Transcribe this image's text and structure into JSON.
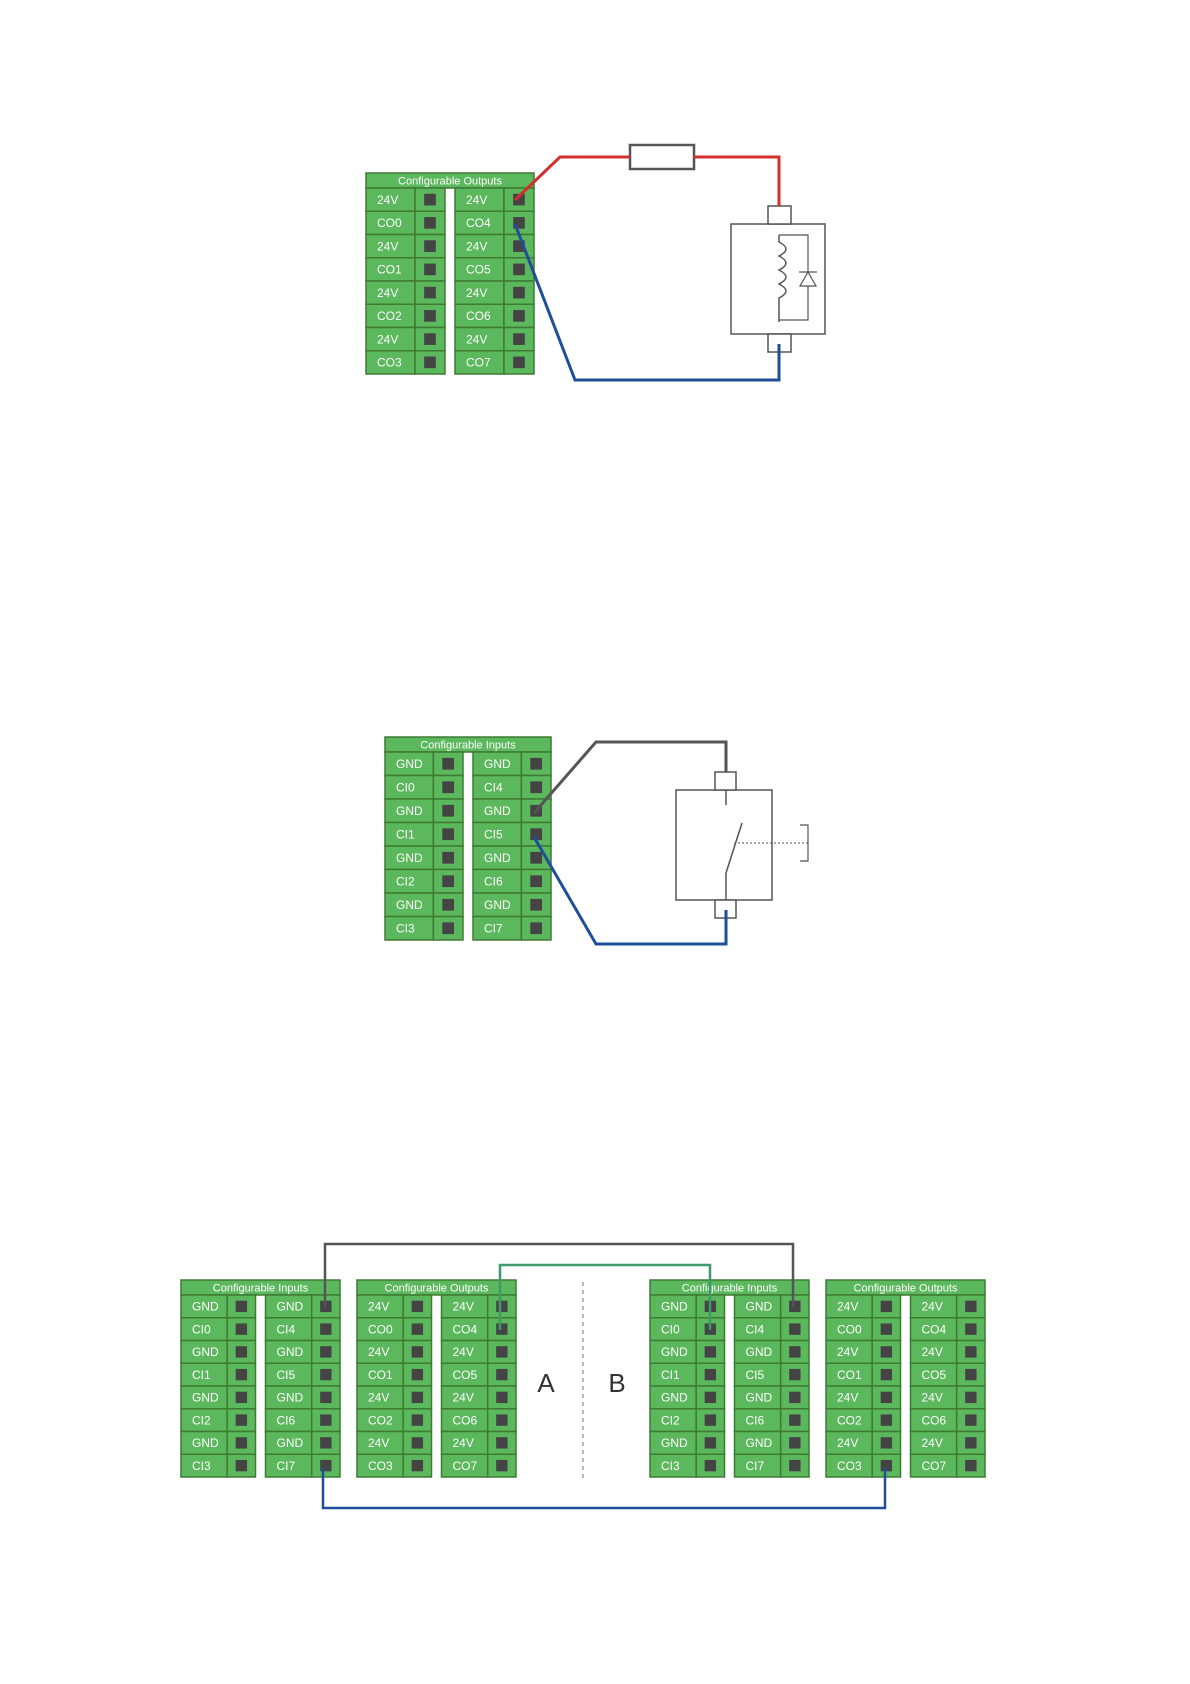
{
  "colors": {
    "green": "#5cb85c",
    "green_dark": "#3f7a33",
    "terminal": "#444444",
    "wire_red": "#d32f2f",
    "wire_blue": "#1f4e9a",
    "wire_gray": "#555555",
    "wire_green": "#3a9a6a",
    "component": "#555555"
  },
  "blocks": {
    "outputs": {
      "title": "Configurable Outputs",
      "left": [
        "24V",
        "CO0",
        "24V",
        "CO1",
        "24V",
        "CO2",
        "24V",
        "CO3"
      ],
      "right": [
        "24V",
        "CO4",
        "24V",
        "CO5",
        "24V",
        "CO6",
        "24V",
        "CO7"
      ]
    },
    "inputs": {
      "title": "Configurable Inputs",
      "left": [
        "GND",
        "CI0",
        "GND",
        "CI1",
        "GND",
        "CI2",
        "GND",
        "CI3"
      ],
      "right": [
        "GND",
        "CI4",
        "GND",
        "CI5",
        "GND",
        "CI6",
        "GND",
        "CI7"
      ]
    }
  },
  "diagrams": {
    "relay": {
      "block": "outputs",
      "components": [
        "resistor-icon",
        "relay-coil-icon",
        "diode-icon"
      ]
    },
    "switch": {
      "block": "inputs",
      "components": [
        "switch-icon"
      ]
    },
    "link": {
      "label_a": "A",
      "label_b": "B",
      "blocks": [
        "inputs",
        "outputs",
        "inputs",
        "outputs"
      ]
    }
  }
}
